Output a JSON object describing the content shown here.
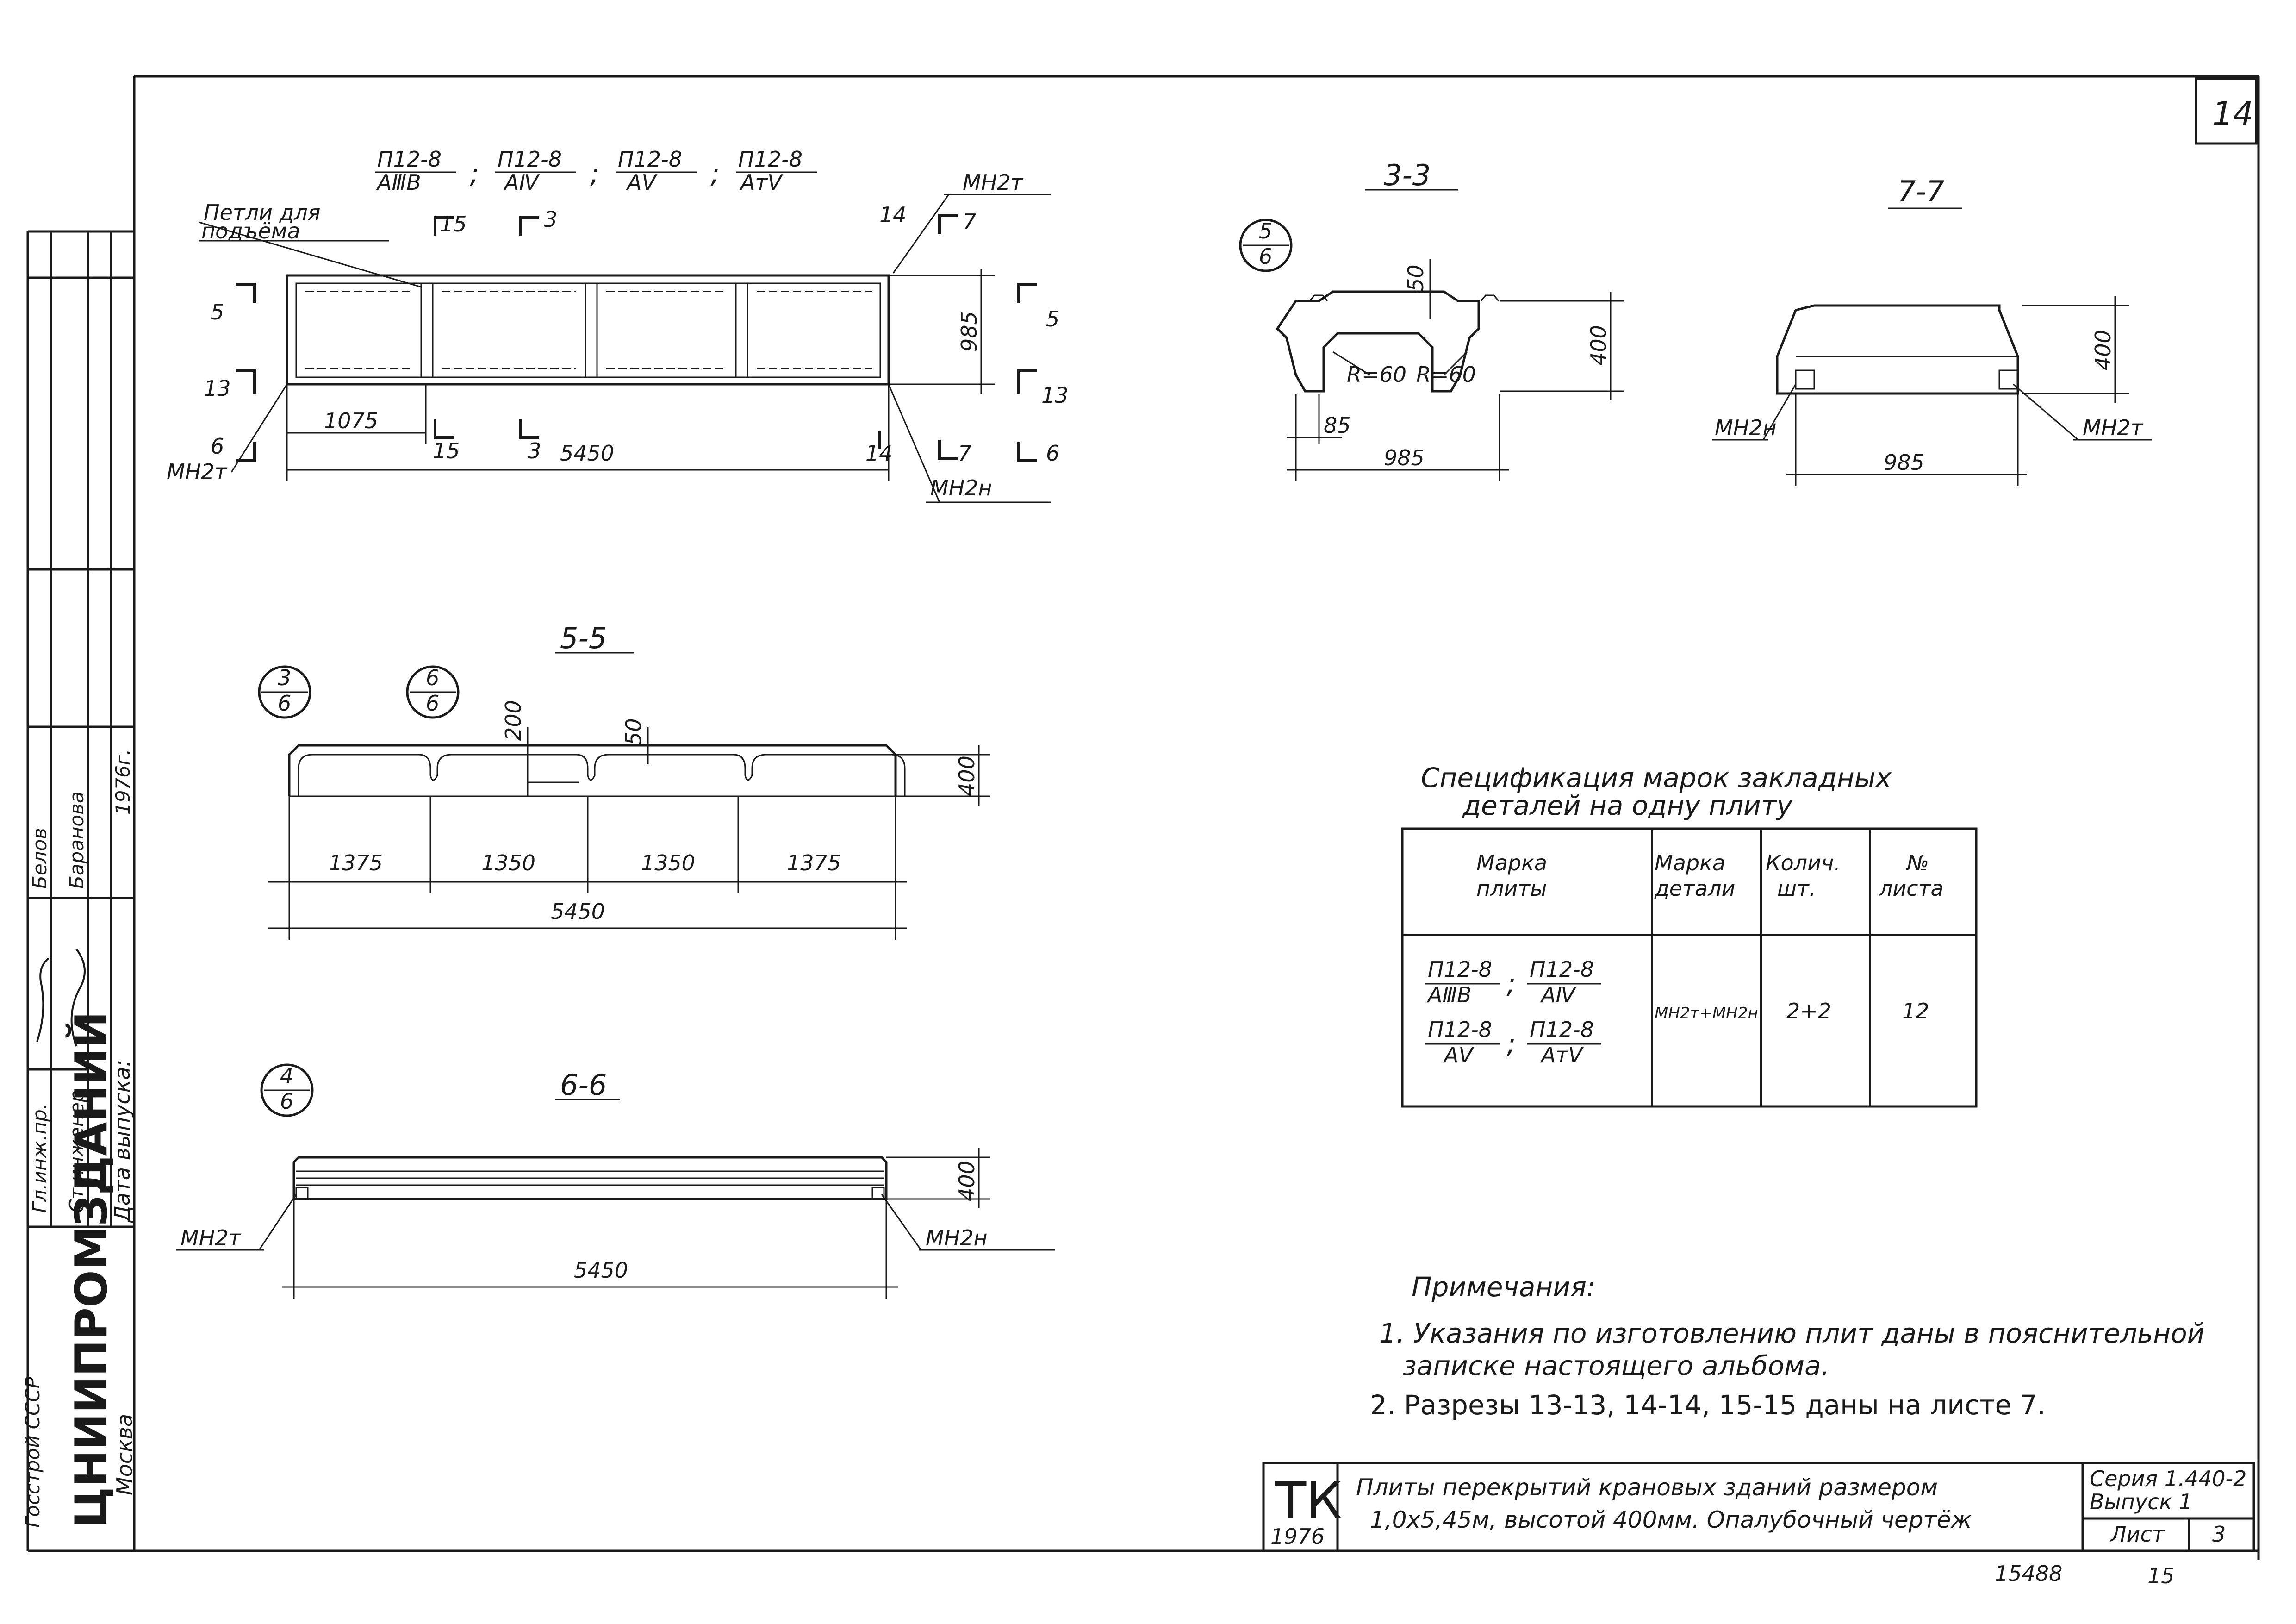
{
  "sheet_number_corner": "14",
  "plan": {
    "marks": [
      "П12-8 / АⅢВ",
      "П12-8 / АⅣ",
      "П12-8 / АⅤ",
      "П12-8 / АтⅤ"
    ],
    "mark_tops": [
      "П12-8",
      "П12-8",
      "П12-8",
      "П12-8"
    ],
    "mark_bottoms": [
      "АⅢВ",
      "АⅣ",
      "АⅤ",
      "АтⅤ"
    ],
    "loops_label_1": "Петли для",
    "loops_label_2": "подъёма",
    "mh2t": "МН2т",
    "mh2n": "МН2н",
    "dim_1075": "1075",
    "dim_5450": "5450",
    "dim_985": "985",
    "cut_15": "15",
    "cut_3": "3",
    "cut_14": "14",
    "cut_7": "7",
    "cut_5": "5",
    "cut_13": "13",
    "cut_6": "6"
  },
  "section_3_3": {
    "title": "3-3",
    "ref_top": "5",
    "ref_bottom": "6",
    "dim_50": "50",
    "dim_400": "400",
    "r_left": "R=60",
    "r_right": "R=60",
    "dim_85": "85",
    "dim_985": "985"
  },
  "section_7_7": {
    "title": "7-7",
    "dim_400": "400",
    "dim_985": "985",
    "mh2n": "МН2н",
    "mh2t": "МН2т"
  },
  "section_5_5": {
    "title": "5-5",
    "ref1_top": "3",
    "ref1_bottom": "6",
    "ref2_top": "6",
    "ref2_bottom": "6",
    "dim_200": "200",
    "dim_50": "50",
    "dim_400": "400",
    "spans": [
      "1375",
      "1350",
      "1350",
      "1375"
    ],
    "total": "5450"
  },
  "section_6_6": {
    "title": "6-6",
    "ref_top": "4",
    "ref_bottom": "6",
    "dim_400": "400",
    "total": "5450",
    "mh2t": "МН2т",
    "mh2n": "МН2н"
  },
  "spec": {
    "title_1": "Спецификация марок закладных",
    "title_2": "деталей на одну плиту",
    "headers": [
      "Марка плиты",
      "Марка детали",
      "Колич. шт.",
      "№ листа"
    ],
    "header_lines": [
      [
        "Марка",
        "плиты"
      ],
      [
        "Марка",
        "детали"
      ],
      [
        "Колич.",
        "шт."
      ],
      [
        "№",
        "листа"
      ]
    ],
    "row_marks_top": [
      "П12-8",
      "П12-8",
      "П12-8",
      "П12-8"
    ],
    "row_marks_bottom": [
      "АⅢВ",
      "АⅣ",
      "АⅤ",
      "АтⅤ"
    ],
    "detail": "МН2т+МН2н",
    "qty": "2+2",
    "sheet": "12"
  },
  "notes": {
    "heading": "Примечания:",
    "line1": "1. Указания по изготовлению плит даны в пояснительной",
    "line1b": "записке настоящего альбома.",
    "line2": "2. Разрезы 13-13, 14-14, 15-15 даны на листе 7."
  },
  "title_block": {
    "tk": "ТК",
    "year": "1976",
    "title_line1": "Плиты перекрытий крановых зданий размером",
    "title_line2": "1,0х5,45м, высотой 400мм. Опалубочный чертёж",
    "series": "Серия 1.440-2",
    "issue": "Выпуск 1",
    "sheet_label": "Лист",
    "sheet_no": "3",
    "archive_no": "15488",
    "page_no": "15"
  },
  "left_stamp": {
    "org_small": "Госстрой СССР",
    "org_big": "ЦНИИПРОМЗДАНИЙ",
    "city": "Москва",
    "role1": "Гл.инж.пр.",
    "role2": "Ст.инженер",
    "date_label": "Дата выпуска:",
    "name1": "Белов",
    "name2": "Баранова",
    "year": "1976г."
  }
}
